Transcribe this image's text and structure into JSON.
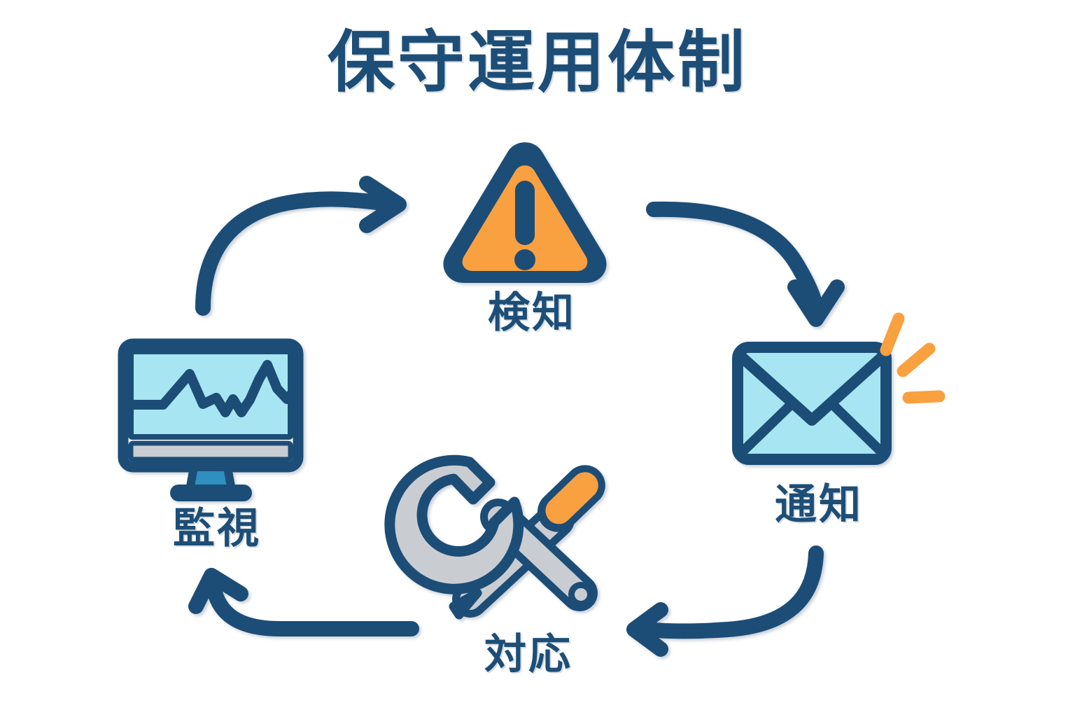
{
  "page": {
    "title": "保守運用体制",
    "background_color": "#ffffff",
    "diagram_type": "cycle"
  },
  "theme": {
    "navy": "#1d4e77",
    "navy_dark": "#173f63",
    "orange": "#f9a03f",
    "light_blue": "#a8e5f2",
    "mid_blue": "#2e8fc0",
    "gray": "#c9cdd1",
    "gray_light": "#d5d9dc",
    "white": "#ffffff"
  },
  "nodes": [
    {
      "id": "monitor",
      "label": "監視",
      "icon": "monitor-chart-icon",
      "position": "left",
      "order": 1
    },
    {
      "id": "detect",
      "label": "検知",
      "icon": "warning-triangle-icon",
      "position": "top",
      "order": 2
    },
    {
      "id": "notify",
      "label": "通知",
      "icon": "envelope-alert-icon",
      "position": "right",
      "order": 3
    },
    {
      "id": "respond",
      "label": "対応",
      "icon": "wrench-screwdriver-icon",
      "position": "bottom",
      "order": 4
    }
  ],
  "arrows": [
    {
      "id": "monitor-to-detect",
      "from": "monitor",
      "to": "detect",
      "direction": "up-right",
      "icon": "curved-arrow-icon"
    },
    {
      "id": "detect-to-notify",
      "from": "detect",
      "to": "notify",
      "direction": "down-right",
      "icon": "curved-arrow-icon"
    },
    {
      "id": "notify-to-respond",
      "from": "notify",
      "to": "respond",
      "direction": "down-left",
      "icon": "curved-arrow-icon"
    },
    {
      "id": "respond-to-monitor",
      "from": "respond",
      "to": "monitor",
      "direction": "up-left",
      "icon": "curved-arrow-icon"
    }
  ],
  "labels": {
    "detect": "検知",
    "notify": "通知",
    "respond": "対応",
    "monitor": "監視"
  }
}
